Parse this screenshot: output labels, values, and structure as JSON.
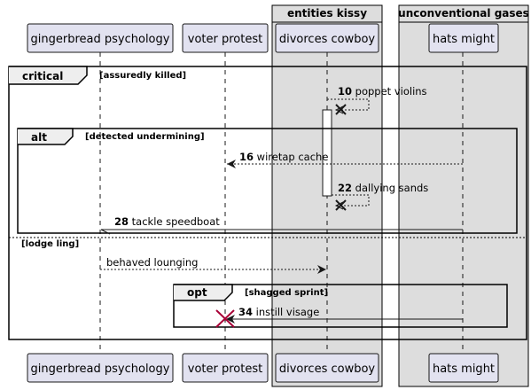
{
  "groups": [
    {
      "title": "entities kissy"
    },
    {
      "title": "unconventional gases"
    }
  ],
  "participants": [
    {
      "name": "gingerbread psychology"
    },
    {
      "name": "voter protest"
    },
    {
      "name": "divorces cowboy"
    },
    {
      "name": "hats might"
    }
  ],
  "fragments": {
    "critical": {
      "keyword": "critical",
      "condition": "[assuredly killed]",
      "else_condition": "[lodge ling]"
    },
    "alt": {
      "keyword": "alt",
      "condition": "[detected undermining]"
    },
    "opt": {
      "keyword": "opt",
      "condition": "[shagged sprint]"
    }
  },
  "messages": [
    {
      "num": "10",
      "text": "poppet violins"
    },
    {
      "num": "16",
      "text": "wiretap cache"
    },
    {
      "num": "22",
      "text": "dallying sands"
    },
    {
      "num": "28",
      "text": "tackle speedboat"
    },
    {
      "num": "",
      "text": "behaved lounging"
    },
    {
      "num": "34",
      "text": "instill visage"
    }
  ],
  "colors": {
    "participant_fill": "#e2e2f0",
    "participant_border": "#181818",
    "group_fill": "#dddddd",
    "destroy_mark": "#a80036"
  }
}
